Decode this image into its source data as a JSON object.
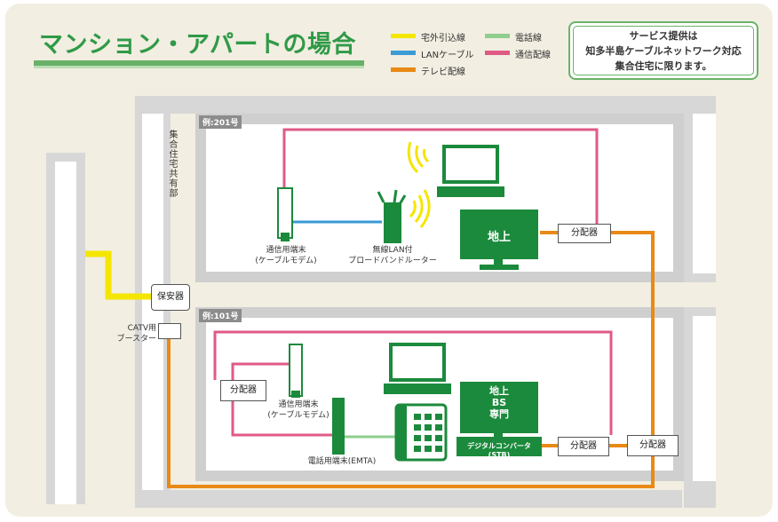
{
  "title": "マンション・アパートの場合",
  "legend": {
    "items": [
      {
        "label": "宅外引込線",
        "color": "#f4e600"
      },
      {
        "label": "LANケーブル",
        "color": "#3a9bd5"
      },
      {
        "label": "テレビ配線",
        "color": "#e98a16"
      },
      {
        "label": "電話線",
        "color": "#8fce8f"
      },
      {
        "label": "通信配線",
        "color": "#e05a86"
      }
    ]
  },
  "notice": {
    "line1": "サービス提供は",
    "line2": "知多半島ケーブルネットワーク対応",
    "line3": "集合住宅に限ります。"
  },
  "common_area_label": "集合住宅共有部",
  "room_201": {
    "label": "例:201号",
    "modem_label_1": "通信用端末",
    "modem_label_2": "(ケーブルモデム)",
    "router_label_1": "無線LAN付",
    "router_label_2": "ブロードバンドルーター",
    "tv_label": "地上",
    "splitter_label": "分配器"
  },
  "room_101": {
    "label": "例:101号",
    "splitter_left_label": "分配器",
    "modem_label_1": "通信用端末",
    "modem_label_2": "(ケーブルモデム)",
    "emta_label": "電話用端末(EMTA)",
    "tv_line1": "地上",
    "tv_line2": "BS",
    "tv_line3": "専門",
    "stb_label": "デジタルコンバータ(STB)",
    "splitter_right_label": "分配器"
  },
  "protector_label": "保安器",
  "booster_label_1": "CATV用",
  "booster_label_2": "ブースター",
  "main_splitter_label": "分配器"
}
